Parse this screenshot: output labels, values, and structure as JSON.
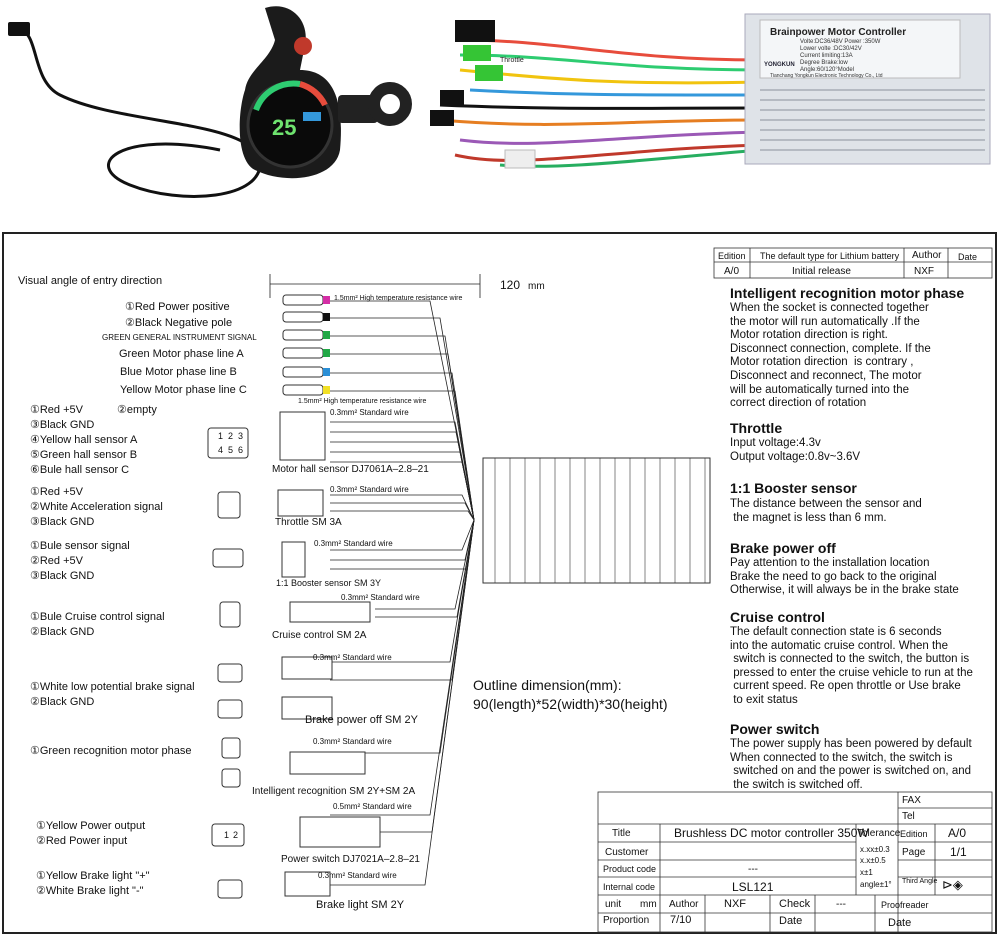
{
  "photo": {
    "controller_plate": {
      "title": "Brainpower Motor Controller",
      "line1": "Volte:DC36/48V  Power :350W",
      "line2": "Lower volte :DC30/42V",
      "line3": "Current limiting:13A",
      "line4": "Degree Brake:low",
      "line5": "Angle:60/120°Model",
      "brand": "YONGKUN",
      "company": "Tianchang Yongkun Electronic Technology Co., Ltd",
      "tag": "Throttle"
    },
    "display_reading": "25"
  },
  "diagram": {
    "entry_label": "Visual angle of entry direction",
    "length_label": "120",
    "length_unit": "mm",
    "connectors": {
      "power_pos": "①Red    Power positive",
      "power_neg": "②Black  Negative pole",
      "wire_note_top": "1.5mm² High temperature resistance wire",
      "wire_note_bottom": "1.5mm² High temperature resistance wire",
      "green_signal": "GREEN GENERAL INSTRUMENT SIGNAL",
      "phase_a": "Green  Motor phase line A",
      "phase_b": "Blue  Motor phase line B",
      "phase_c": "Yellow  Motor phase line C",
      "hall_pins": [
        "①Red +5V",
        "②empty",
        "③Black GND",
        "④Yellow hall sensor A",
        "⑤Green hall sensor B",
        "⑥Bule hall sensor C"
      ],
      "hall_std": "0.3mm² Standard wire",
      "hall_name": "Motor hall sensor DJ7061A–2.8–21",
      "throttle_pins": [
        "①Red  +5V",
        "②White Acceleration signal",
        "③Black GND"
      ],
      "throttle_std": "0.3mm² Standard wire",
      "throttle_name": "Throttle SM 3A",
      "booster_pins": [
        "①Bule sensor signal",
        "②Red +5V",
        "③Black GND"
      ],
      "booster_std": "0.3mm² Standard wire",
      "booster_name": "1:1 Booster sensor SM 3Y",
      "cruise_pins": [
        "①Bule Cruise control signal",
        "②Black GND"
      ],
      "cruise_std": "0.3mm² Standard wire",
      "cruise_name": "Cruise control SM 2A",
      "brake_pins": [
        "①White  low potential brake signal",
        "②Black GND"
      ],
      "brake_std": "0.3mm² Standard wire",
      "brake_name": "Brake power off SM 2Y",
      "recog_pins": [
        "①Green  recognition motor phase"
      ],
      "recog_std": "0.3mm² Standard wire",
      "recog_name": "Intelligent recognition SM 2Y+SM 2A",
      "power_pins": [
        "①Yellow Power output",
        "②Red Power input"
      ],
      "power_std": "0.5mm² Standard wire",
      "power_name": "Power switch DJ7021A–2.8–21",
      "light_pins": [
        "①Yellow Brake light   \"+\"",
        "②White  Brake light   \"-\""
      ],
      "light_std": "0.3mm² Standard wire",
      "light_name": "Brake light SM 2Y",
      "hall_plug": [
        "1",
        "2",
        "3",
        "4",
        "5",
        "6"
      ],
      "plug_12": [
        "1",
        "2"
      ]
    },
    "outline_title": "Outline dimension(mm):",
    "outline_value": "90(length)*52(width)*30(height)"
  },
  "revision_table": {
    "edition": "Edition",
    "type_note": "The default type for Lithium battery",
    "author": "Author",
    "date": "Date",
    "rev": "A/0",
    "rev_note": "Initial release",
    "rev_author": "NXF"
  },
  "notes": [
    {
      "heading": "Intelligent recognition motor phase",
      "body": "When the socket is connected together\nthe motor will run automatically .If the\nMotor rotation direction is right.\nDisconnect connection, complete. If the\nMotor rotation direction  is contrary ,\nDisconnect and reconnect, The motor\nwill be automatically turned into the\ncorrect direction of rotation"
    },
    {
      "heading": "Throttle",
      "body": "Input voltage:4.3v\nOutput voltage:0.8v~3.6V"
    },
    {
      "heading": "1:1 Booster sensor",
      "body": "The distance between the sensor and\n the magnet is less than 6 mm."
    },
    {
      "heading": "Brake power off",
      "body": "Pay attention to the installation location\nBrake the need to go back to the original\nOtherwise, it will always be in the brake state"
    },
    {
      "heading": "Cruise control",
      "body": "The default connection state is 6 seconds\ninto the automatic cruise control. When the\n switch is connected to the switch, the button is\n pressed to enter the cruise vehicle to run at the\n current speed. Re open throttle or Use brake\n to exit status"
    },
    {
      "heading": "Power switch",
      "body": "The power supply has been powered by default\nWhen connected to the switch, the switch is\n switched on and the power is switched on, and\n the switch is switched off."
    }
  ],
  "title_block": {
    "fax": "FAX",
    "tel": "Tel",
    "title_label": "Title",
    "title_value": "Brushless DC motor controller 350W",
    "tolerance": "Tolerance",
    "edition": "Edition",
    "edition_value": "A/0",
    "customer": "Customer",
    "tol_values": [
      "x.xx±0.3",
      "x.x±0.5",
      "x±1",
      "angle±1°"
    ],
    "page": "Page",
    "page_value": "1/1",
    "product_code": "Product code",
    "product_code_value": "---",
    "third_angle": "Third Angle",
    "internal_code": "Internal code",
    "internal_code_value": "LSL121",
    "unit": "unit",
    "unit_value": "mm",
    "author": "Author",
    "author_value": "NXF",
    "check": "Check",
    "check_value": "---",
    "proofreader": "Proofreader",
    "proportion": "Proportion",
    "proportion_value": "7/10",
    "date1": "Date",
    "date2": "Date"
  }
}
